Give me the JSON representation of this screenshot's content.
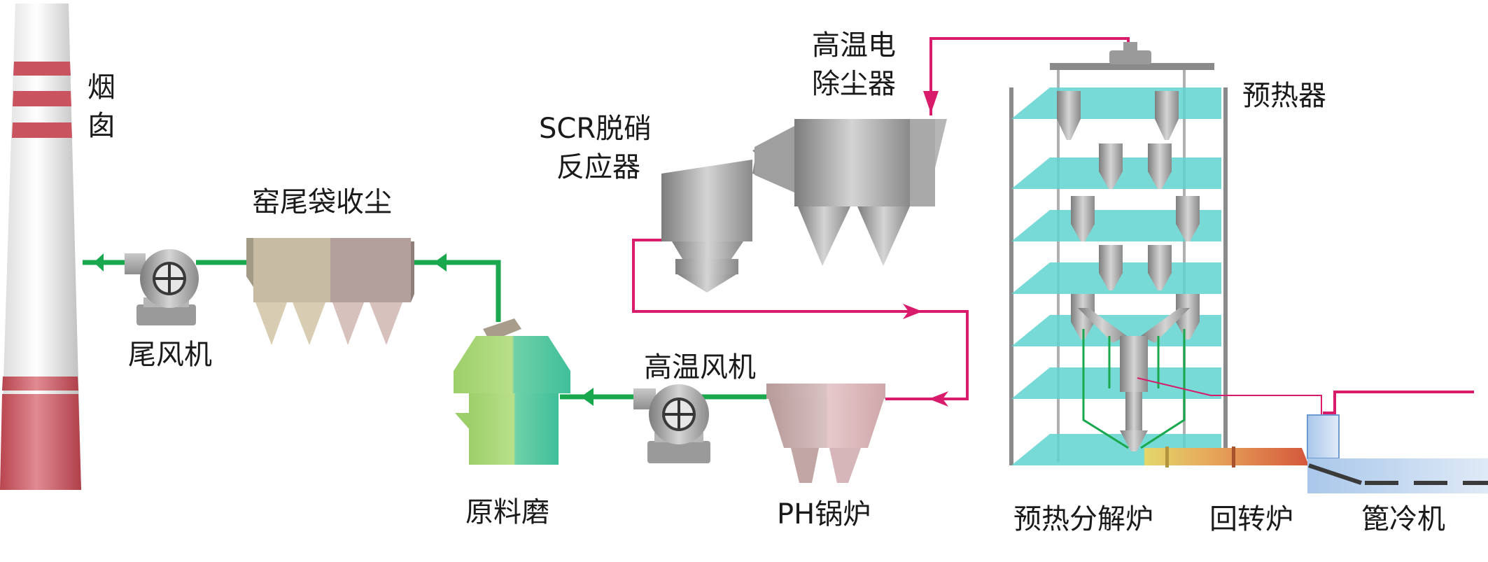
{
  "labels": {
    "chimney_line1": "烟",
    "chimney_line2": "囱",
    "tail_fan": "尾风机",
    "bag_filter": "窑尾袋收尘",
    "raw_mill": "原料磨",
    "ht_fan": "高温风机",
    "ph_boiler": "PH锅炉",
    "scr_line1": "SCR脱硝",
    "scr_line2": "反应器",
    "esp_line1": "高温电",
    "esp_line2": "除尘器",
    "preheater": "预热器",
    "calciner": "预热分解炉",
    "kiln": "回转炉",
    "cooler": "篦冷机"
  },
  "colors": {
    "green_flow": "#1aa84e",
    "magenta_flow": "#d81b6b",
    "chimney_red": "#c9535f",
    "cyan_floor": "#5fd3cf",
    "steel": "#9a9a9a"
  }
}
